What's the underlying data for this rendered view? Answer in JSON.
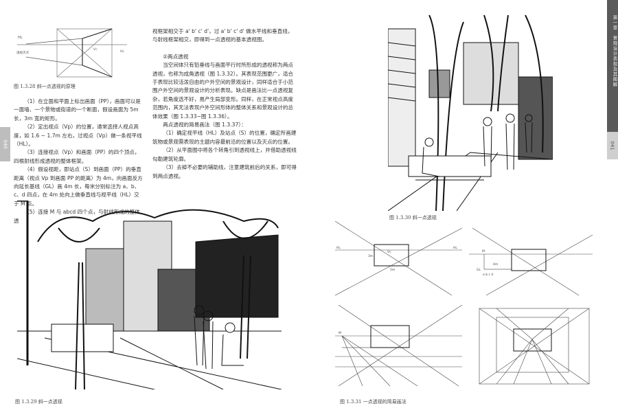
{
  "left_page": {
    "page_number": "040",
    "fig_1_3_28": {
      "caption": "图 1.3.28 斜一点透视的原理",
      "labels": {
        "hl_left": "HL",
        "hl_right": "HL",
        "vanish": "透视灭点",
        "vc": "Vc"
      }
    },
    "column1": [
      "（1）在立面和平面上标出画面（PP），画面可以是一面墙、一个景物或街道的一个断面，假设画面为 5m 长，3m 宽的矩形。",
      "（2）定出视点（Vp）的位置，通常选择人视点高度，如 1.6 ~ 1.7m 左右，过视点（Vp）做一条视平线（HL）。",
      "（3）连接视点（Vp）和画面（PP）的四个顶点，四根射线形成透视的整体框架。",
      "（4）假设视距，即站点（S）到画面（PP）的垂直距离（视点 Vp 到画面 PP 的距离）为 4m，向画面反方向延长基线（GL）画 4m 长，每米分别标注为 a、b、c、d 四点，在 4m 处向上做垂直线与视平线（HL）交于 M 点。",
      "（5）连接 M 与 abcd 四个点，与射线形成的整体透"
    ],
    "column2": [
      {
        "text": "视框架相交于 a' b' c' d'，过 a' b' c' d' 做水平线和垂直线，与射线框架相交，即得到一点透视的基本透视图。",
        "indent": false
      },
      {
        "text": "",
        "indent": false
      },
      {
        "text": "②两点透视",
        "indent": true
      },
      {
        "text": "当空间体只有铅垂线与画面平行时所形成的透视称为两点透视，也称为成角透视（图 1.3.32）。其表现范围更广，适合于表现比较活泼自由的户外空间的景观设计，同样适合于小范围户外空间的景观设计的分析表现。缺点是画法比一点透视复杂，若角度选不好，易产生局部变形。同样，在正常视点高度范围内，其无法表现户外空间形体的整体关系和景观设计的总体效果（图 1.3.33~图 1.3.36）。",
        "indent": true
      },
      {
        "text": "两点透视的简易画法（图 1.3.37）：",
        "indent": true
      },
      {
        "text": "（1）确定视平线（HL）及站点（S）的位置，确定所画建筑物或景观需表现的主题内容最前沿的位置以及灭点的位置。",
        "indent": true
      },
      {
        "text": "（2）从平面图中将各个转角引到透视线上，并借助透视线勾勒建筑轮廓。",
        "indent": true
      },
      {
        "text": "（3）去掉不必要的辅助线，注意建筑前后的关系，即可得到两点透视。",
        "indent": true
      }
    ],
    "fig_1_3_29": {
      "caption": "图 1.3.29 斜一点透视"
    }
  },
  "right_page": {
    "page_number": "041",
    "chapter_band": "第一章　景观设计表现及其图解",
    "fig_1_3_30": {
      "caption": "图 1.3.30 斜一点透视"
    },
    "fig_1_3_31": {
      "caption": "图 1.3.31 一点透视的简易画法",
      "labels": {
        "hl": "HL",
        "m": "M",
        "gl": "GL",
        "len_4m": "4m",
        "len_3m": "3m",
        "len_5m": "5m",
        "abcd": "a b c d",
        "vc": "Vc"
      }
    }
  }
}
